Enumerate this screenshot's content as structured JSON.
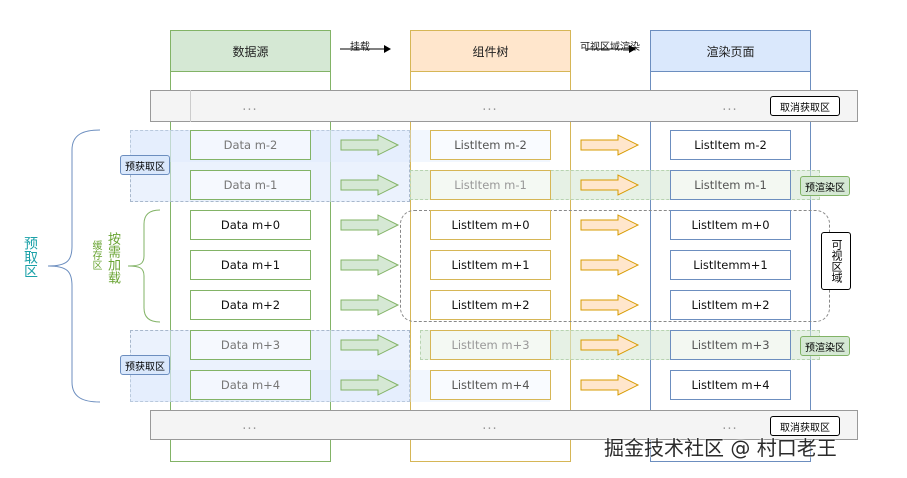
{
  "columns": {
    "source": {
      "title": "数据源",
      "fill": "#d5e8d4",
      "stroke": "#82b366"
    },
    "component": {
      "title": "组件树",
      "fill": "#ffe6cc",
      "stroke": "#d6b656"
    },
    "render": {
      "title": "渲染页面",
      "fill": "#dae8fc",
      "stroke": "#6c8ebf"
    }
  },
  "arrow_labels": {
    "mount": "挂载",
    "visible_render": "可视区域渲染"
  },
  "ellipsis": "...",
  "cancel_label": "取消获取区",
  "prefetch_label": "预获取区",
  "prerender_label": "预渲染区",
  "visible_label": "可视区域",
  "preget_big": "预取区",
  "cache_label": "缓存区",
  "ondemand_label": "按需加载",
  "rows": [
    {
      "data": "Data m-2",
      "item": "ListItem m-2",
      "page": "ListItem m-2",
      "state": "prefetch"
    },
    {
      "data": "Data m-1",
      "item": "ListItem m-1",
      "page": "ListItem m-1",
      "state": "prerender"
    },
    {
      "data": "Data m+0",
      "item": "ListItem m+0",
      "page": "ListItem m+0",
      "state": "visible"
    },
    {
      "data": "Data m+1",
      "item": "ListItem m+1",
      "page": "ListItemm+1",
      "state": "visible"
    },
    {
      "data": "Data m+2",
      "item": "ListItem m+2",
      "page": "ListItem m+2",
      "state": "visible"
    },
    {
      "data": "Data m+3",
      "item": "ListItem m+3",
      "page": "ListItem m+3",
      "state": "prerender"
    },
    {
      "data": "Data m+4",
      "item": "ListItem m+4",
      "page": "ListItem m+4",
      "state": "prefetch"
    }
  ],
  "watermark": "掘金技术社区 @ 村口老王"
}
